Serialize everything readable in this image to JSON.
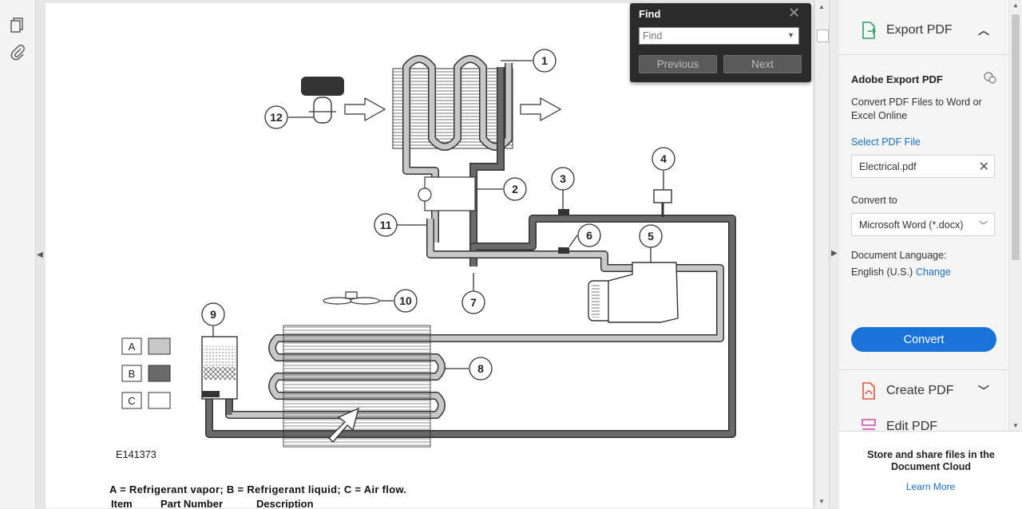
{
  "find": {
    "title": "Find",
    "placeholder": "Find",
    "previous_label": "Previous",
    "next_label": "Next",
    "close_glyph": "✕"
  },
  "document": {
    "figure_id": "E141373",
    "caption": "A = Refrigerant vapor; B = Refrigerant liquid; C = Air flow.",
    "table_headers": [
      "Item",
      "Part Number",
      "Description"
    ],
    "legend": [
      {
        "key": "A",
        "color": "#c8c8c8"
      },
      {
        "key": "B",
        "color": "#6a6a6a"
      },
      {
        "key": "C",
        "color": "#ffffff"
      }
    ],
    "callouts": [
      "1",
      "2",
      "3",
      "4",
      "5",
      "6",
      "7",
      "8",
      "9",
      "10",
      "11",
      "12"
    ]
  },
  "right_panel": {
    "export_pdf": {
      "label": "Export PDF",
      "icon": "export-pdf-icon"
    },
    "adobe_title": "Adobe Export PDF",
    "description": "Convert PDF Files to Word or Excel Online",
    "select_file_label": "Select PDF File",
    "file_name": "Electrical.pdf",
    "convert_to_label": "Convert to",
    "format_value": "Microsoft Word (*.docx)",
    "language_label": "Document Language:",
    "language_value": "English (U.S.)",
    "change_label": "Change",
    "convert_button": "Convert",
    "create_pdf": {
      "label": "Create PDF",
      "icon": "create-pdf-icon"
    },
    "edit_pdf": {
      "label": "Edit PDF",
      "icon": "edit-pdf-icon"
    },
    "cloud_text": "Store and share files in the Document Cloud",
    "learn_more": "Learn More"
  },
  "colors": {
    "accent": "#1a73d9",
    "link": "#1a6ec0",
    "find_bg": "#2b2b2b",
    "vapor": "#c8c8c8",
    "liquid": "#6a6a6a"
  }
}
